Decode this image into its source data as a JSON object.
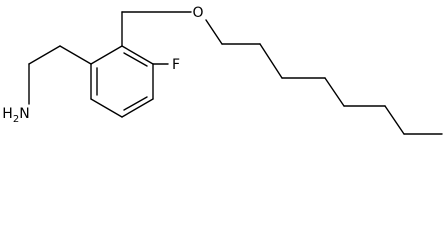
{
  "molecule": {
    "atoms": {
      "oxygen": "O",
      "fluorine": "F",
      "amine": "NH2"
    },
    "amine_parts": {
      "h": "H",
      "subscript": "2",
      "n": "N"
    },
    "colors": {
      "bond": "#000000",
      "label": "#000000",
      "background": "#ffffff"
    }
  }
}
